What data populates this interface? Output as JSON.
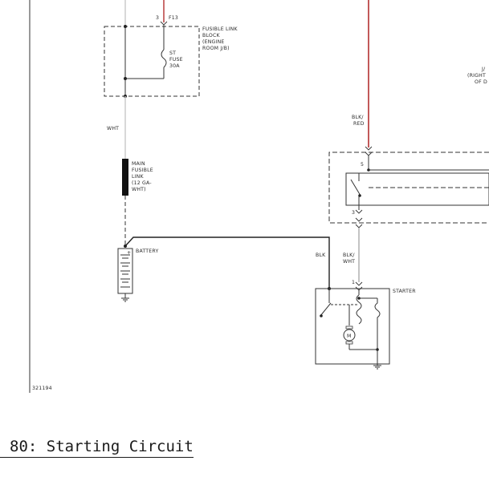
{
  "diagram": {
    "labels": {
      "connector_pin_3": "3",
      "fuse_id": "F13",
      "fusible_link_block_line1": "FUSIBLE LINK",
      "fusible_link_block_line2": "BLOCK",
      "fusible_link_block_line3": "(ENGINE",
      "fusible_link_block_line4": "ROOM J/B)",
      "st_fuse_line1": "ST",
      "st_fuse_line2": "FUSE",
      "st_fuse_line3": "30A",
      "wire_wht": "WHT",
      "main_link_line1": "MAIN",
      "main_link_line2": "FUSIBLE",
      "main_link_line3": "LINK",
      "main_link_line4": "(12 GA-",
      "main_link_line5": "WHT)",
      "battery": "BATTERY",
      "battery_plus": "+",
      "wire_blk_red_line1": "BLK/",
      "wire_blk_red_line2": "RED",
      "jb_partial_line1": "J/",
      "jb_partial_line2": "(RIGHT",
      "jb_partial_line3": "OF D",
      "relay_pin_5": "5",
      "relay_pin_3": "3",
      "wire_blk": "BLK",
      "wire_blk_wht_line1": "BLK/",
      "wire_blk_wht_line2": "WHT",
      "starter_pin_1": "1",
      "starter": "STARTER",
      "motor": "M",
      "figure_id": "321194"
    }
  },
  "caption": "80: Starting Circuit",
  "colors": {
    "red_wire": "#b33030",
    "wht_wire": "#c8c8c8",
    "line": "#2a2a2a"
  }
}
